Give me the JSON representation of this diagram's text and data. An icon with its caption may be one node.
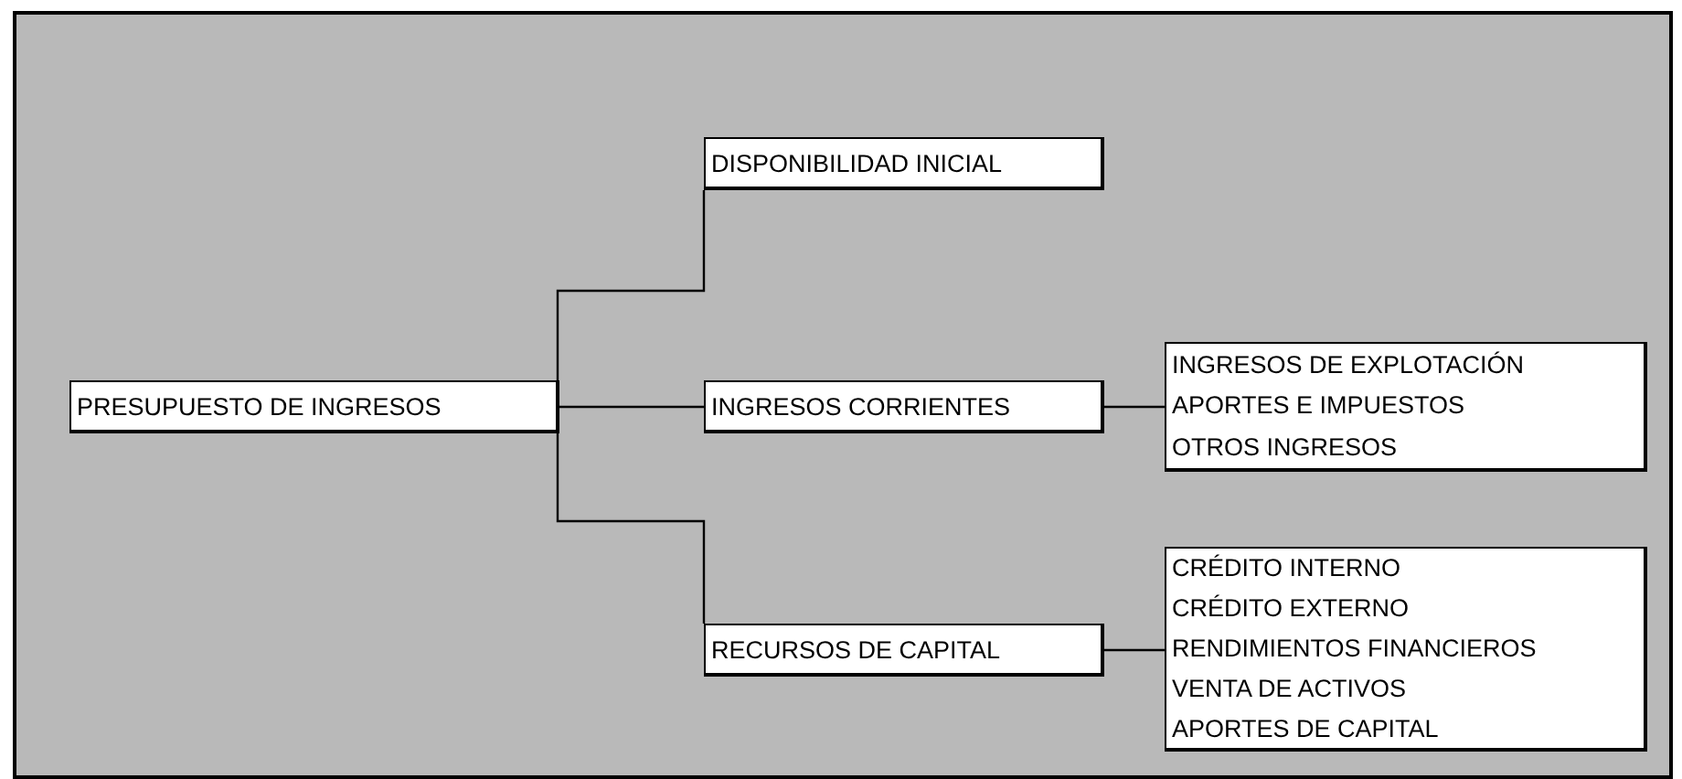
{
  "diagram": {
    "nodes": [
      {
        "text": [
          "PRESUPUESTO DE INGRESOS"
        ]
      },
      {
        "text": [
          "DISPONIBILIDAD INICIAL"
        ]
      },
      {
        "text": [
          "INGRESOS CORRIENTES"
        ]
      },
      {
        "text": [
          "RECURSOS DE CAPITAL"
        ]
      },
      {
        "text": [
          "INGRESOS DE EXPLOTACIÓN",
          "APORTES E IMPUESTOS",
          "OTROS INGRESOS"
        ]
      },
      {
        "text": [
          "CRÉDITO INTERNO",
          "CRÉDITO EXTERNO",
          "RENDIMIENTOS FINANCIEROS",
          "VENTA DE ACTIVOS",
          "APORTES DE CAPITAL"
        ]
      }
    ],
    "edges": [
      {
        "from": 0,
        "to": 1,
        "arrow": "none"
      },
      {
        "from": 0,
        "to": 2,
        "arrow": "none"
      },
      {
        "from": 0,
        "to": 3,
        "arrow": "none"
      },
      {
        "from": 2,
        "to": 4,
        "arrow": "none"
      },
      {
        "from": 3,
        "to": 5,
        "arrow": "none"
      }
    ]
  }
}
